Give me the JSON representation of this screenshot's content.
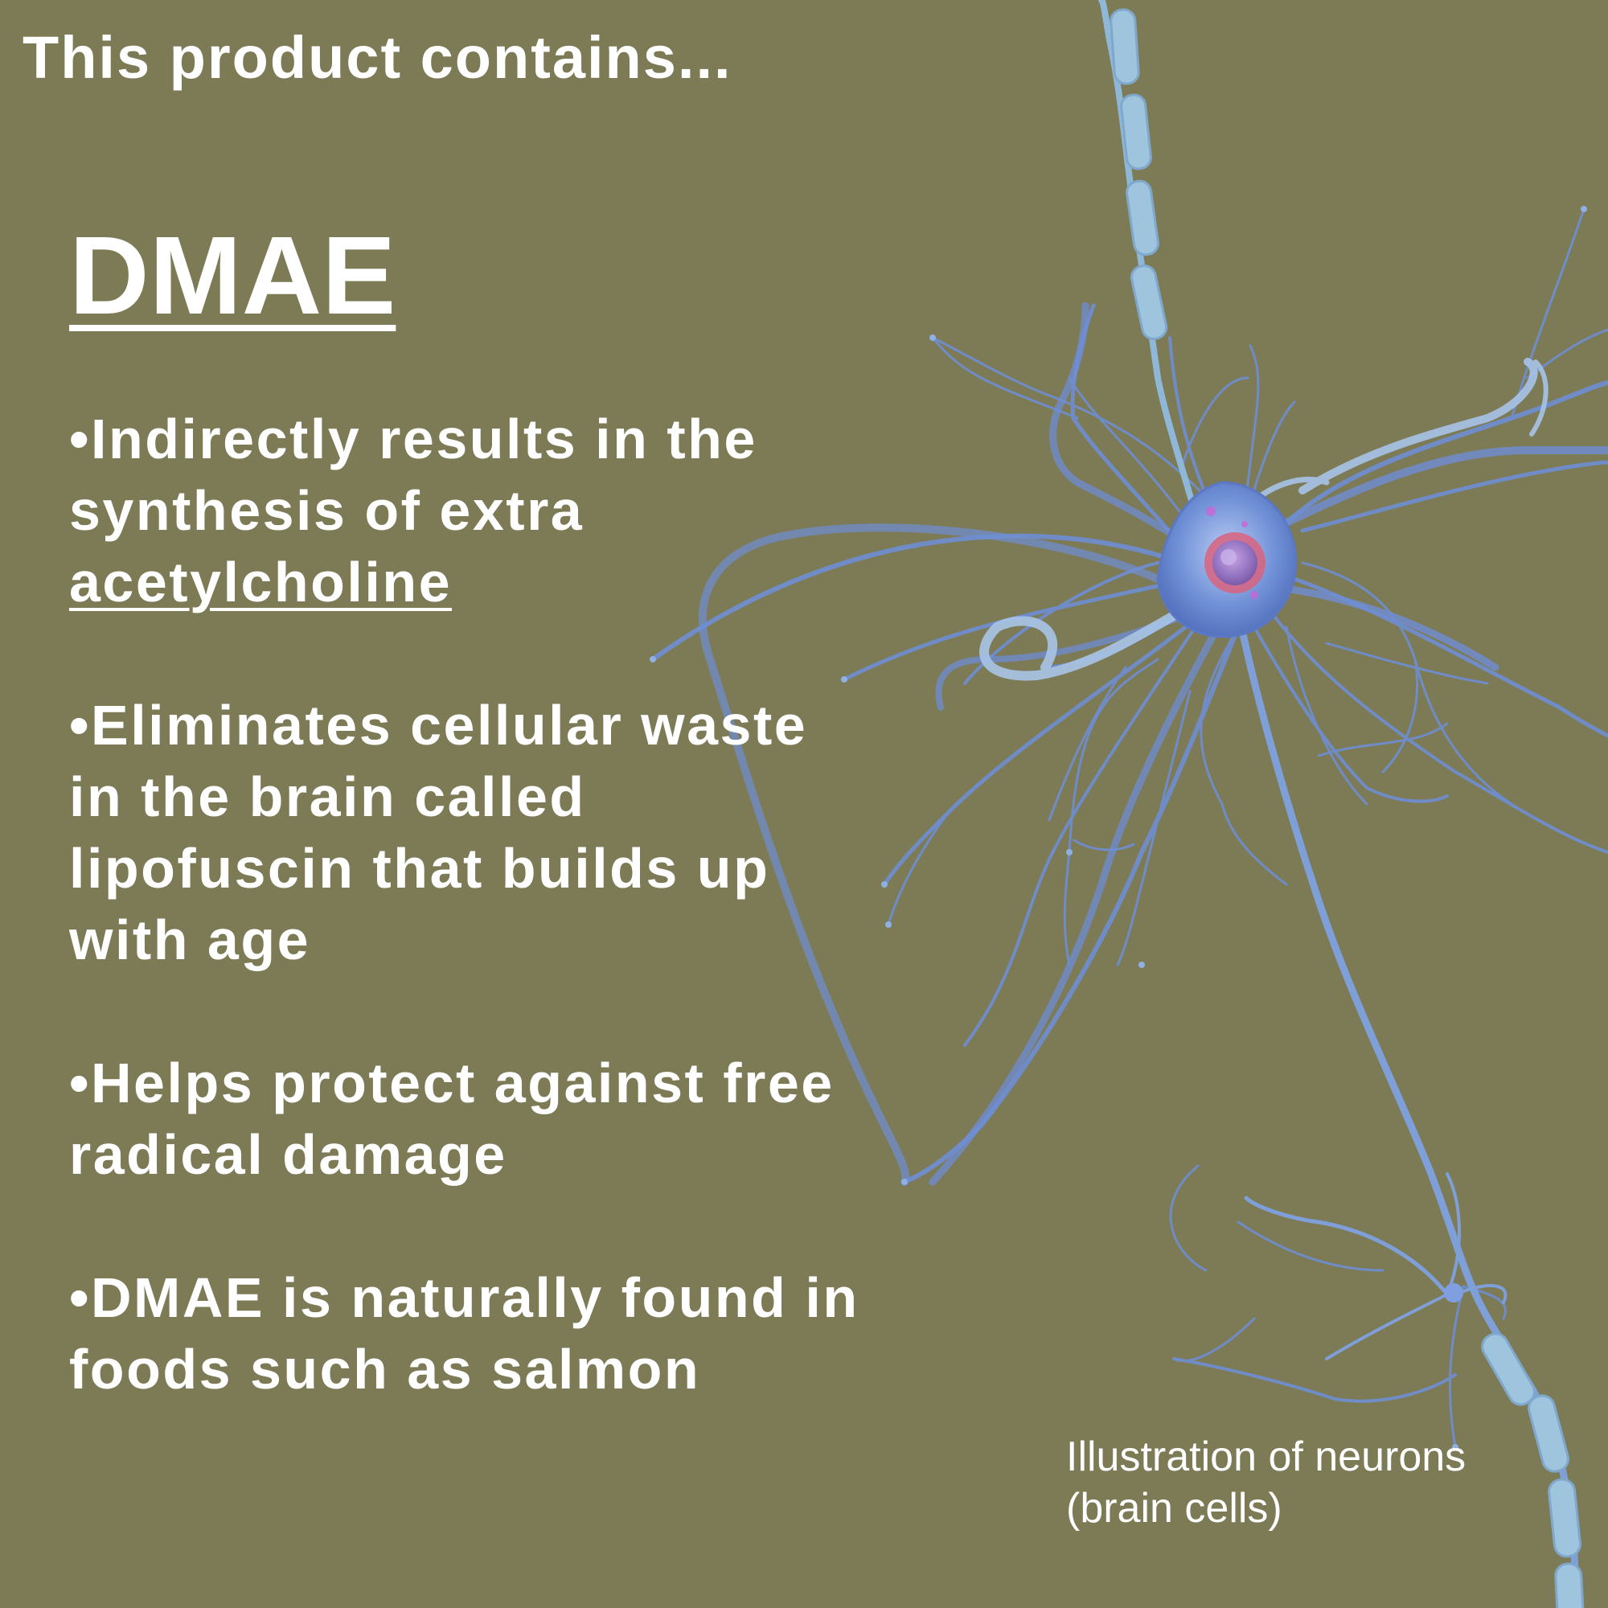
{
  "header": {
    "title": "This product contains..."
  },
  "ingredient": {
    "name": "DMAE"
  },
  "bullets": [
    {
      "lines": [
        "•Indirectly results in the",
        "synthesis of extra",
        "acetylcholine"
      ]
    },
    {
      "lines": [
        "•Eliminates cellular waste",
        "in the brain called",
        "lipofuscin that builds up",
        "with age"
      ]
    },
    {
      "lines": [
        "•Helps protect against free",
        "radical damage"
      ]
    },
    {
      "lines": [
        "•DMAE is naturally found in",
        "foods such as salmon"
      ]
    }
  ],
  "caption": {
    "lines": [
      "Illustration of neurons",
      "(brain cells)"
    ]
  },
  "colors": {
    "background": "#7d7a56",
    "text": "#ffffff",
    "neuron_body": "#7b9bd8",
    "neuron_axon": "#9fc6e0",
    "nucleus": "#d9637e"
  }
}
